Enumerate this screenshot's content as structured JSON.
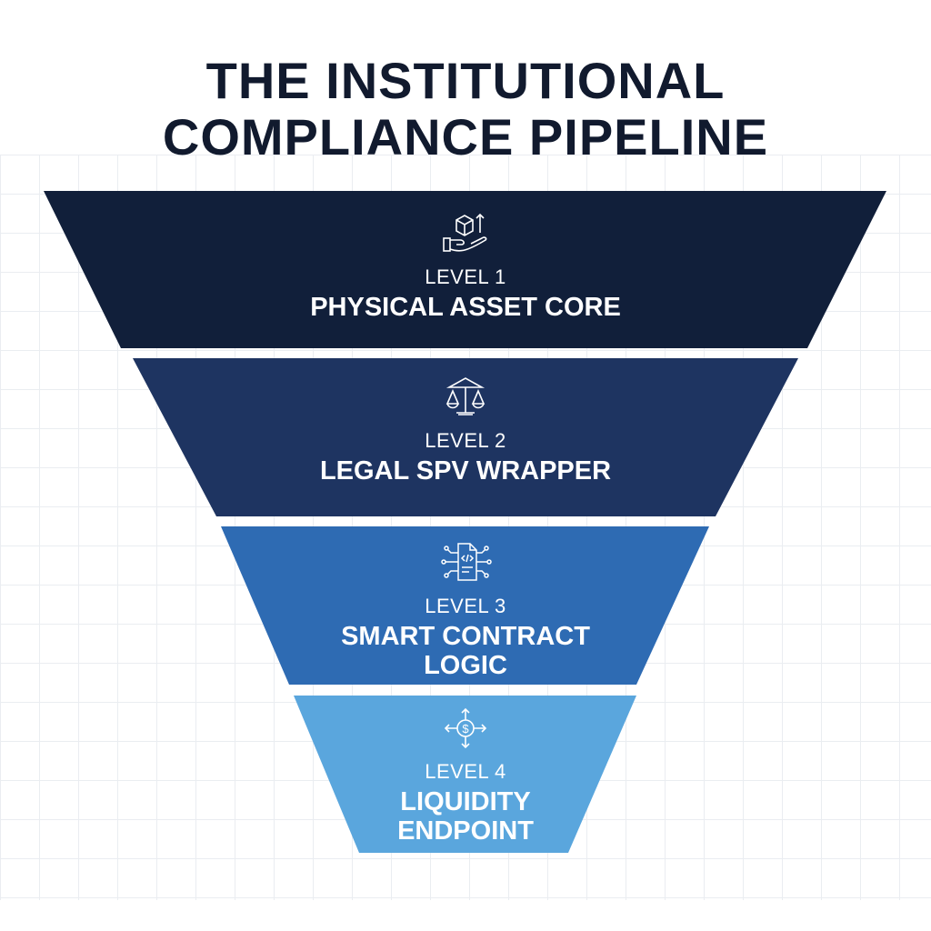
{
  "title": {
    "line1": "THE INSTITUTIONAL",
    "line2": "COMPLIANCE PIPELINE"
  },
  "levels": [
    {
      "label": "LEVEL 1",
      "name_line1": "PHYSICAL ASSET CORE",
      "name_line2": "",
      "icon": "hand-box-icon",
      "color": "#111f3a"
    },
    {
      "label": "LEVEL 2",
      "name_line1": "LEGAL SPV WRAPPER",
      "name_line2": "",
      "icon": "scales-icon",
      "color": "#1e3461"
    },
    {
      "label": "LEVEL 3",
      "name_line1": "SMART CONTRACT",
      "name_line2": "LOGIC",
      "icon": "code-document-icon",
      "color": "#2e6bb3"
    },
    {
      "label": "LEVEL 4",
      "name_line1": "LIQUIDITY",
      "name_line2": "ENDPOINT",
      "icon": "dollar-arrows-icon",
      "color": "#5aa6dd"
    }
  ]
}
